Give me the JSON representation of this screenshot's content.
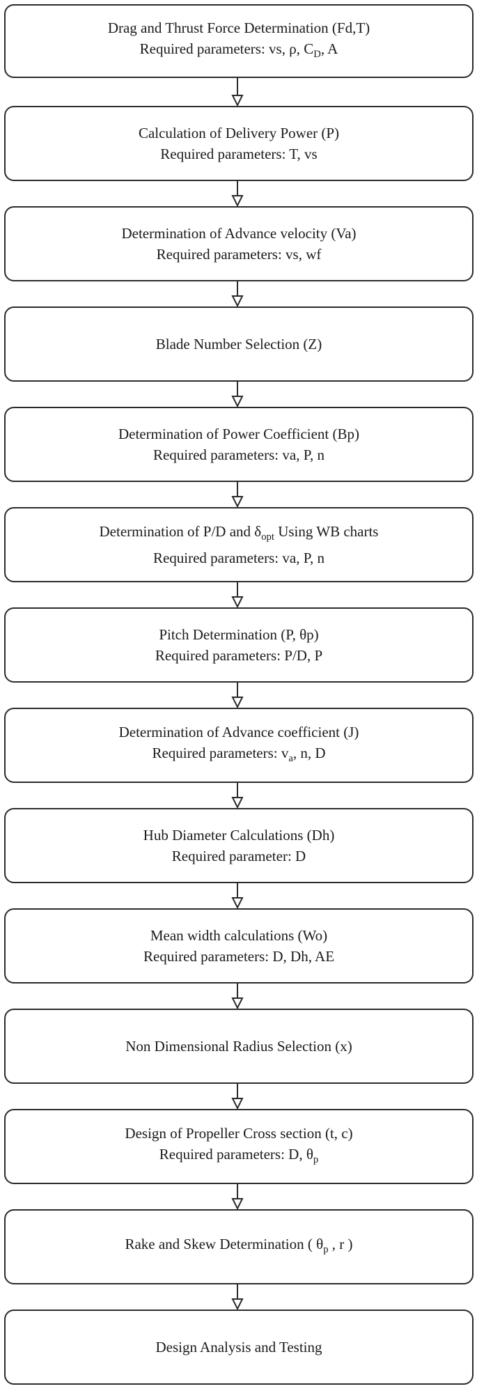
{
  "steps": [
    {
      "title": {
        "pre": "Drag and Thrust Force Determination (Fd,T)"
      },
      "params": {
        "pre": "Required parameters: vs, ρ, C",
        "sub": "D",
        "post": ", A"
      }
    },
    {
      "title": {
        "pre": "Calculation of Delivery Power (P)"
      },
      "params": {
        "pre": "Required parameters: T, vs"
      }
    },
    {
      "title": {
        "pre": "Determination of Advance velocity (Va)"
      },
      "params": {
        "pre": "Required parameters: vs, wf"
      }
    },
    {
      "title": {
        "pre": "Blade Number Selection (Z)"
      }
    },
    {
      "title": {
        "pre": "Determination of Power Coefficient (Bp)"
      },
      "params": {
        "pre": "Required parameters: va, P, n"
      }
    },
    {
      "title": {
        "pre": "Determination of P/D and δ",
        "sub": "opt",
        "post": " Using WB charts"
      },
      "params": {
        "pre": "Required parameters: va, P, n"
      }
    },
    {
      "title": {
        "pre": "Pitch Determination (P, θp)"
      },
      "params": {
        "pre": "Required parameters: P/D, P"
      }
    },
    {
      "title": {
        "pre": "Determination of Advance coefficient (J)"
      },
      "params": {
        "pre": "Required parameters: v",
        "sub": "a",
        "post": ", n, D"
      }
    },
    {
      "title": {
        "pre": "Hub Diameter Calculations (Dh)"
      },
      "params": {
        "pre": "Required parameter: D"
      }
    },
    {
      "title": {
        "pre": "Mean width calculations (Wo)"
      },
      "params": {
        "pre": "Required parameters: D, Dh, AE"
      }
    },
    {
      "title": {
        "pre": "Non Dimensional Radius Selection (x)"
      }
    },
    {
      "title": {
        "pre": "Design of Propeller Cross section (t, c)"
      },
      "params": {
        "pre": "Required parameters: D, θ",
        "sub": "p",
        "post": ""
      }
    },
    {
      "title": {
        "pre": "Rake and Skew Determination ( θ",
        "sub": "p",
        "post": " , r )"
      }
    },
    {
      "title": {
        "pre": "Design Analysis and Testing"
      }
    }
  ]
}
